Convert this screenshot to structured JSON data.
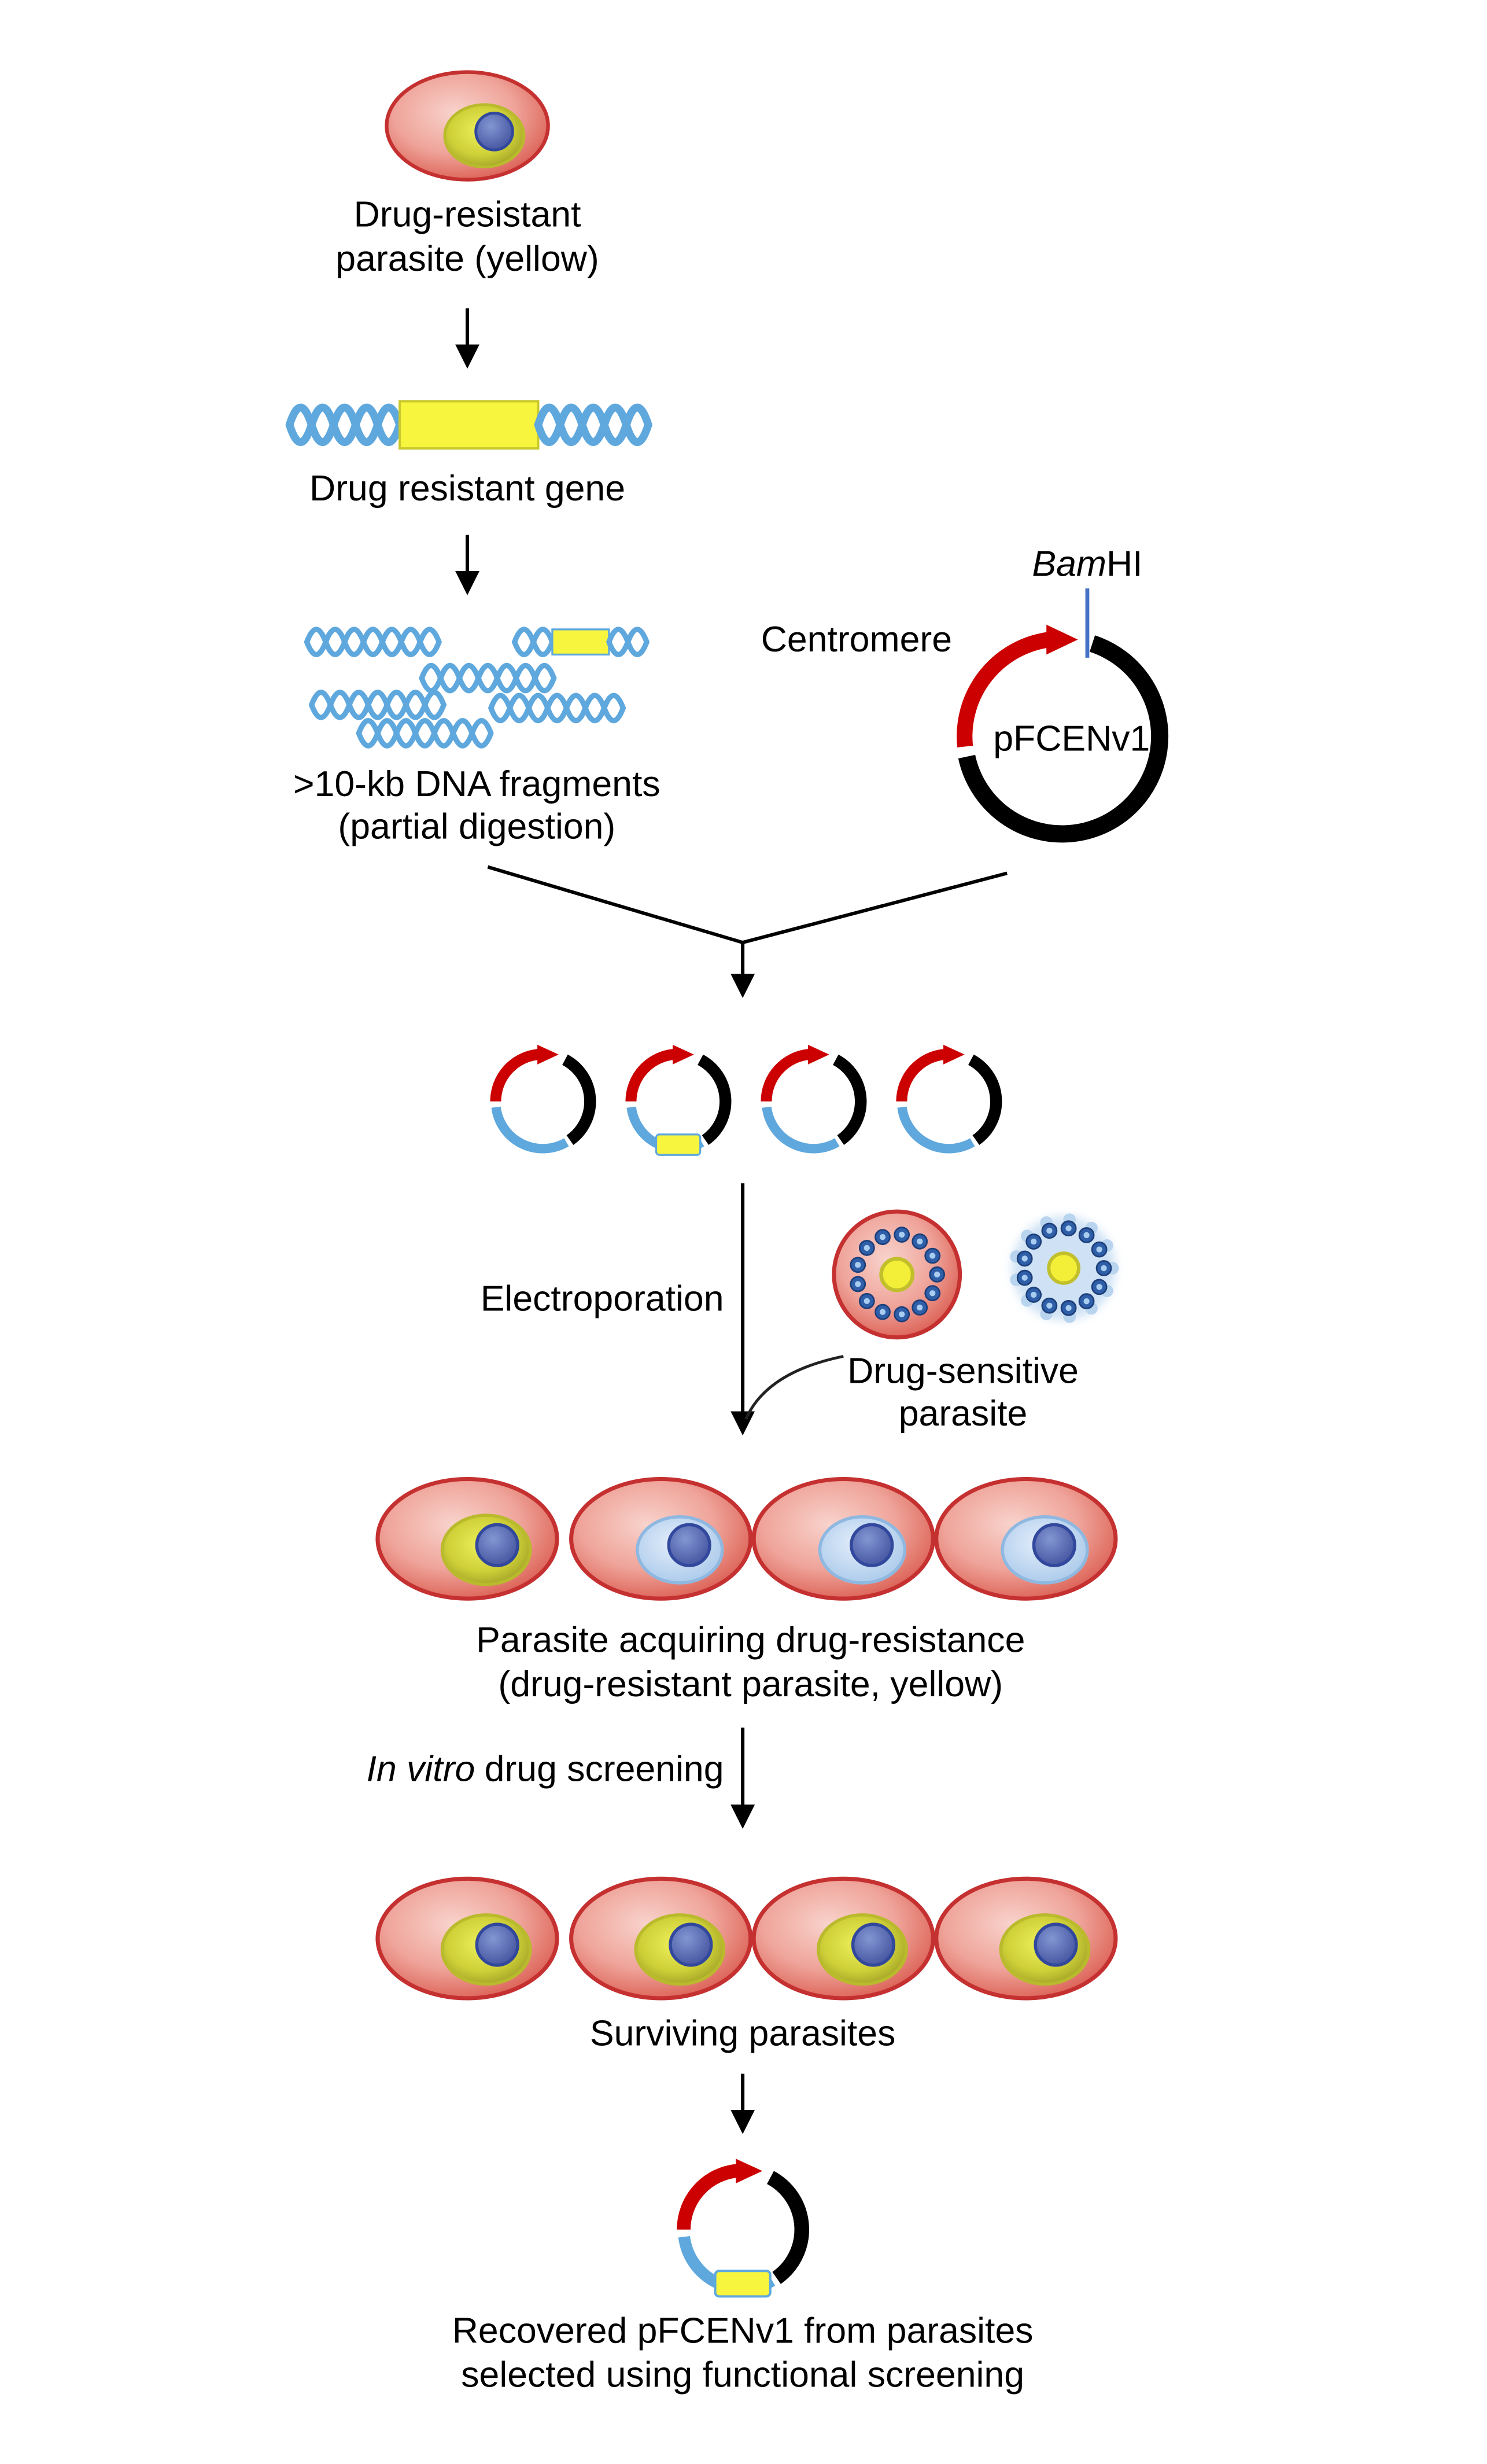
{
  "figure": {
    "steps": {
      "resistant_parasite": {
        "line1": "Drug-resistant",
        "line2": "parasite (yellow)"
      },
      "gene": {
        "label": "Drug resistant gene"
      },
      "fragments": {
        "line1": ">10-kb DNA fragments",
        "line2": "(partial digestion)"
      },
      "plasmid": {
        "name": "pFCENv1",
        "site_italic": "Bam",
        "site_regular": "HI",
        "centromere": "Centromere"
      },
      "electroporation": {
        "label": "Electroporation"
      },
      "sensitive_parasite": {
        "line1": "Drug-sensitive",
        "line2": "parasite"
      },
      "acquiring": {
        "line1": "Parasite acquiring drug-resistance",
        "line2": "(drug-resistant parasite, yellow)"
      },
      "screening": {
        "italic": "In vitro",
        "regular": "drug screening"
      },
      "surviving": {
        "label": "Surviving parasites"
      },
      "recovered": {
        "line1": "Recovered pFCENv1 from parasites",
        "line2": "selected using functional screening"
      }
    },
    "colors": {
      "dna_blue": "#5fa8de",
      "insert_yellow": "#f7f53d",
      "plasmid_black": "#000000",
      "promoter_red": "#cc0000",
      "bamhi_tick_blue": "#4472c4",
      "cell_membrane_red": "#c53030",
      "cell_fill_pink": "#efa49a",
      "nucleus_blue": "#44539f",
      "inner_blue_fill": "#bdd7ee",
      "inner_yellow_fill": "#cfd038",
      "arrow_black": "#000000"
    }
  }
}
